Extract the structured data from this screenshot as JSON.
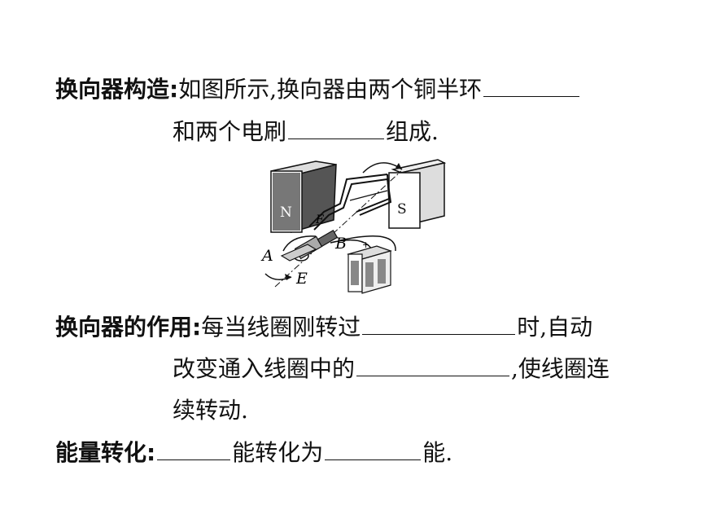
{
  "section1": {
    "heading": "换向器构造:",
    "line1_text": "如图所示,换向器由两个铜半环",
    "line2_pre": "和两个电刷",
    "line2_post": "组成."
  },
  "diagram": {
    "label_n": "N",
    "label_s": "S",
    "label_a": "A",
    "label_b": "B",
    "label_e": "E",
    "label_f": "F",
    "label_plus": "+"
  },
  "section2": {
    "heading": "换向器的作用:",
    "line1_pre": "每当线圈刚转过",
    "line1_post": "时,自动",
    "line2_pre": "改变通入线圈中的",
    "line2_post": ",使线圈连",
    "line3": "续转动."
  },
  "section3": {
    "heading": "能量转化:",
    "mid": "能转化为",
    "end": "能."
  }
}
